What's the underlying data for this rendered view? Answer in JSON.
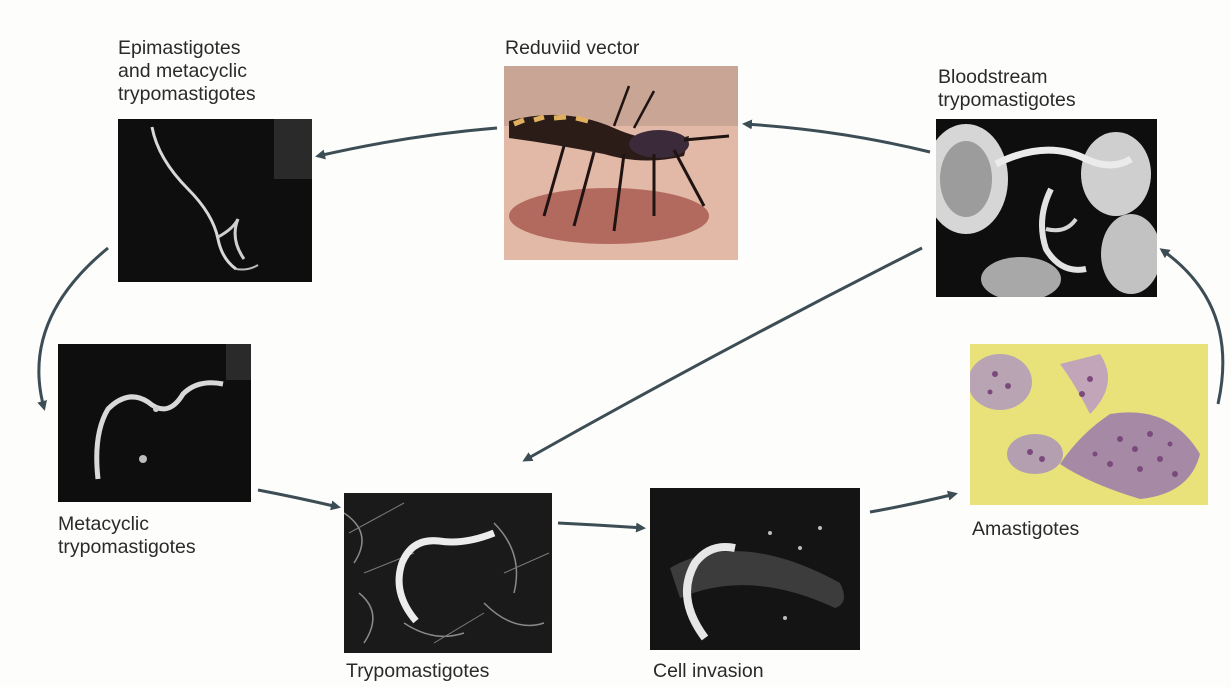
{
  "diagram": {
    "stages": [
      {
        "id": "epimastigotes",
        "lines": [
          "Epimastigotes",
          "and metacyclic",
          "trypomastigotes"
        ]
      },
      {
        "id": "reduviid",
        "lines": [
          "Reduviid vector"
        ]
      },
      {
        "id": "bloodstream",
        "lines": [
          "Bloodstream",
          "trypomastigotes"
        ]
      },
      {
        "id": "metacyclic",
        "lines": [
          "Metacyclic",
          "trypomastigotes"
        ]
      },
      {
        "id": "trypomastigotes",
        "lines": [
          "Trypomastigotes"
        ]
      },
      {
        "id": "cell-invasion",
        "lines": [
          "Cell invasion"
        ]
      },
      {
        "id": "amastigotes",
        "lines": [
          "Amastigotes"
        ]
      }
    ],
    "colors": {
      "arrow": "#3d4d55",
      "background": "#fdfdfb",
      "micrograph": "#0e0e0e",
      "stain_yellow": "#e9e27a",
      "stain_purple": "#7a4a7c",
      "skin": "#e2b8a6",
      "blood": "#8c2a22"
    }
  }
}
